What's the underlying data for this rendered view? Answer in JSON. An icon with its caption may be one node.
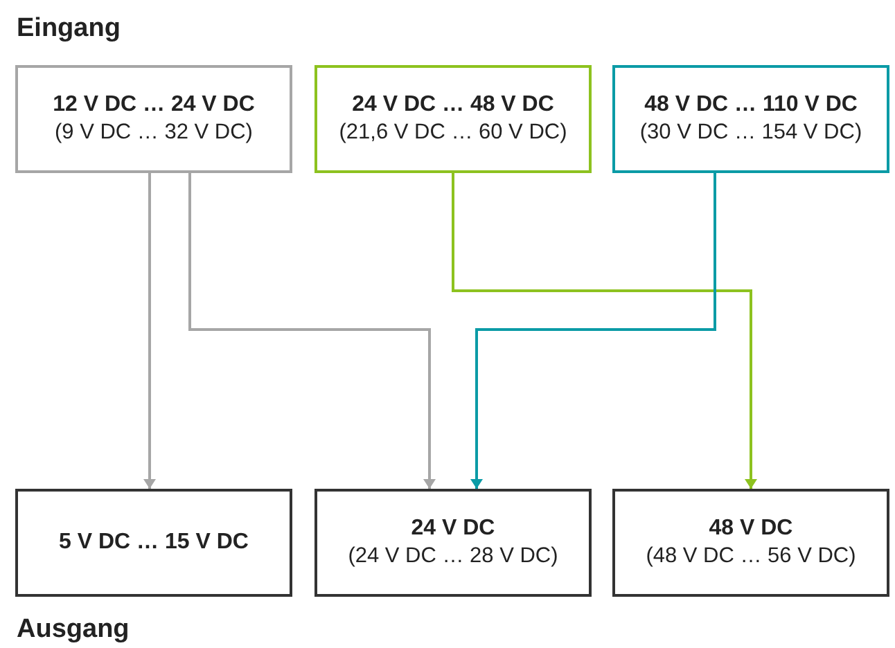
{
  "diagram": {
    "title": "Eingang",
    "nodes": [
      {
        "text": [
          "12 V DC … 24 V DC",
          "(9 V DC … 32 V DC)"
        ]
      },
      {
        "text": [
          "24 V DC … 48 V DC",
          "(21,6 V DC … 60 V DC)"
        ]
      },
      {
        "text": [
          "48 V DC … 110 V DC",
          "(30 V DC … 154 V DC)"
        ]
      },
      {
        "text": [
          "5 V DC … 15 V DC"
        ]
      },
      {
        "text": [
          "24 V DC",
          "(24 V DC … 28 V DC)"
        ]
      },
      {
        "text": [
          "48 V DC",
          "(48 V DC … 56 V DC)"
        ]
      }
    ],
    "edges": [
      {
        "from": 0,
        "to": 3,
        "arrow": "to"
      },
      {
        "from": 0,
        "to": 4,
        "arrow": "to"
      },
      {
        "from": 1,
        "to": 5,
        "arrow": "to",
        "color": "#8dc21f"
      },
      {
        "from": 2,
        "to": 4,
        "arrow": "to",
        "color": "#0b9ba6"
      }
    ],
    "labels": [
      "Ausgang"
    ]
  }
}
